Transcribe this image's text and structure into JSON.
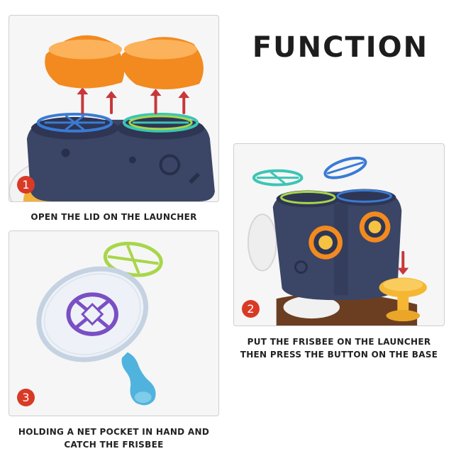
{
  "heading": "FUNCTION",
  "steps": [
    {
      "number": "1",
      "caption_lines": [
        "OPEN THE LID ON THE LAUNCHER"
      ]
    },
    {
      "number": "2",
      "caption_lines": [
        "PUT THE FRISBEE ON THE LAUNCHER",
        "THEN PRESS THE BUTTON ON THE BASE"
      ]
    },
    {
      "number": "3",
      "caption_lines": [
        "HOLDING A NET POCKET IN HAND AND",
        "CATCH THE FRISBEE"
      ]
    }
  ],
  "colors": {
    "badge": "#d93a26",
    "launcher_navy": "#3b4566",
    "lid_orange": "#f28a1f",
    "frisbee_blue": "#3a7bd5",
    "frisbee_teal": "#3cc5b4",
    "frisbee_lime": "#a8d64a",
    "frisbee_purple": "#7a4fc4",
    "net_handle_blue": "#4fb3de",
    "base_button_yellow": "#f5b733"
  }
}
